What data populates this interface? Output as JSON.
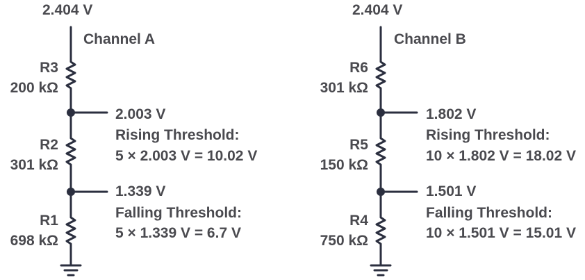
{
  "colors": {
    "wire": "#2b2f3f",
    "text": "#4a4a4f",
    "background": "#ffffff"
  },
  "channel_a": {
    "supply_voltage": "2.404 V",
    "title": "Channel A",
    "top_resistor": {
      "name": "R3",
      "value": "200 kΩ"
    },
    "mid_resistor": {
      "name": "R2",
      "value": "301 kΩ"
    },
    "bottom_resistor": {
      "name": "R1",
      "value": "698 kΩ"
    },
    "upper_node": {
      "voltage": "2.003 V",
      "label": "Rising Threshold:",
      "equation": "5 × 2.003 V = 10.02 V"
    },
    "lower_node": {
      "voltage": "1.339 V",
      "label": "Falling Threshold:",
      "equation": "5 × 1.339 V = 6.7 V"
    }
  },
  "channel_b": {
    "supply_voltage": "2.404 V",
    "title": "Channel B",
    "top_resistor": {
      "name": "R6",
      "value": "301 kΩ"
    },
    "mid_resistor": {
      "name": "R5",
      "value": "150 kΩ"
    },
    "bottom_resistor": {
      "name": "R4",
      "value": "750 kΩ"
    },
    "upper_node": {
      "voltage": "1.802 V",
      "label": "Rising Threshold:",
      "equation": "10 × 1.802 V = 18.02 V"
    },
    "lower_node": {
      "voltage": "1.501 V",
      "label": "Falling Threshold:",
      "equation": "10 × 1.501 V = 15.01 V"
    }
  }
}
